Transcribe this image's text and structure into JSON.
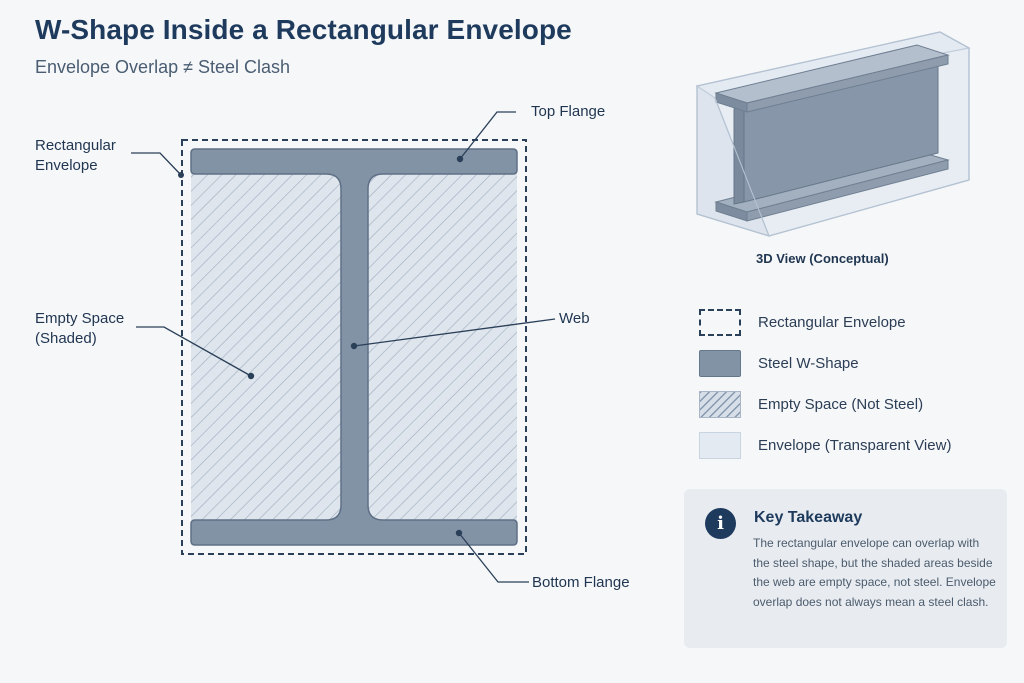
{
  "header": {
    "title": "W-Shape Inside a Rectangular Envelope",
    "subtitle": "Envelope Overlap ≠ Steel Clash"
  },
  "diagram": {
    "callouts": {
      "rectangular_envelope": [
        "Rectangular",
        "Envelope"
      ],
      "top_flange": "Top Flange",
      "web": "Web",
      "empty_space": [
        "Empty Space",
        "(Shaded)"
      ],
      "bottom_flange": "Bottom Flange"
    }
  },
  "view3d": {
    "caption": "3D View (Conceptual)"
  },
  "legend": {
    "items": [
      {
        "label": "Rectangular Envelope",
        "swatch": "dashed-outline"
      },
      {
        "label": "Steel W-Shape",
        "swatch": "steel-fill"
      },
      {
        "label": "Empty Space (Not Steel)",
        "swatch": "hatched"
      },
      {
        "label": "Envelope (Transparent View)",
        "swatch": "transparent-fill"
      }
    ]
  },
  "takeaway": {
    "icon": "info-icon",
    "title": "Key Takeaway",
    "body": "The rectangular envelope can overlap with the steel shape, but the shaded areas beside the web are empty space, not steel. Envelope overlap does not always mean a steel clash."
  },
  "colors": {
    "background": "#f6f7f9",
    "steel": "#8393a6",
    "steel_outline": "#5f7086",
    "title": "#1e3a5c",
    "envelope_line": "#2a3f58",
    "hatch": "#8b9db3"
  }
}
